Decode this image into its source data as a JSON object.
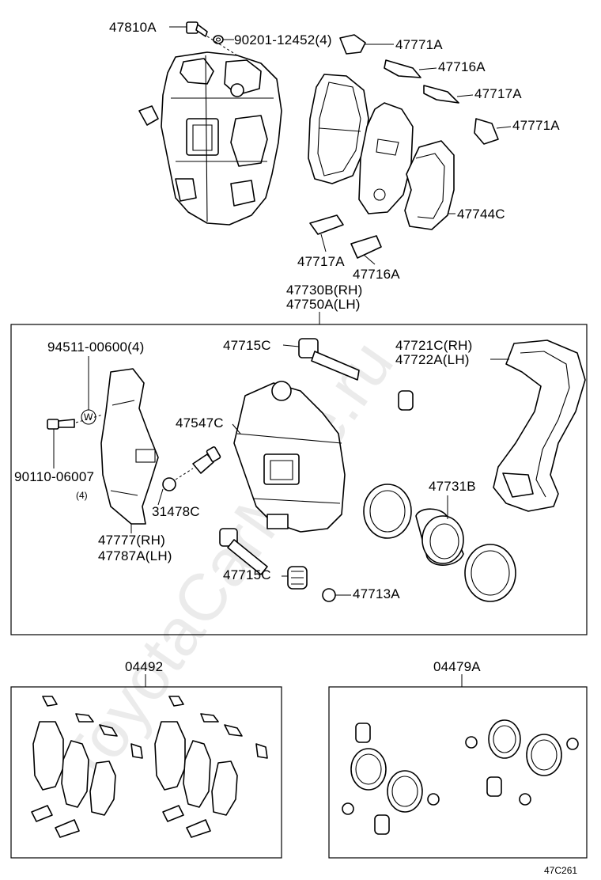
{
  "watermark": "ToyotaCarMine.ru",
  "diagram_id": "47C261",
  "labels": {
    "p47810A": "47810A",
    "p90201": "90201-12452(4)",
    "p47771A_top": "47771A",
    "p47716A_top": "47716A",
    "p47717A_top": "47717A",
    "p47771A_2": "47771A",
    "p47744C": "47744C",
    "p47717A_mid": "47717A",
    "p47716A_mid": "47716A",
    "p47730B": "47730B(RH)",
    "p47750A": "47750A(LH)",
    "p94511": "94511-00600(4)",
    "p47715C_top": "47715C",
    "p47721C": "47721C(RH)",
    "p47722A": "47722A(LH)",
    "p47547C": "47547C",
    "p90110": "90110-06007",
    "p90110_qty": "(4)",
    "p31478C": "31478C",
    "p47731B": "47731B",
    "p47777": "47777(RH)",
    "p47787A": "47787A(LH)",
    "p47715C_bot": "47715C",
    "p47713A": "47713A",
    "p04492": "04492",
    "p04479A": "04479A",
    "washer_mark": "W"
  }
}
